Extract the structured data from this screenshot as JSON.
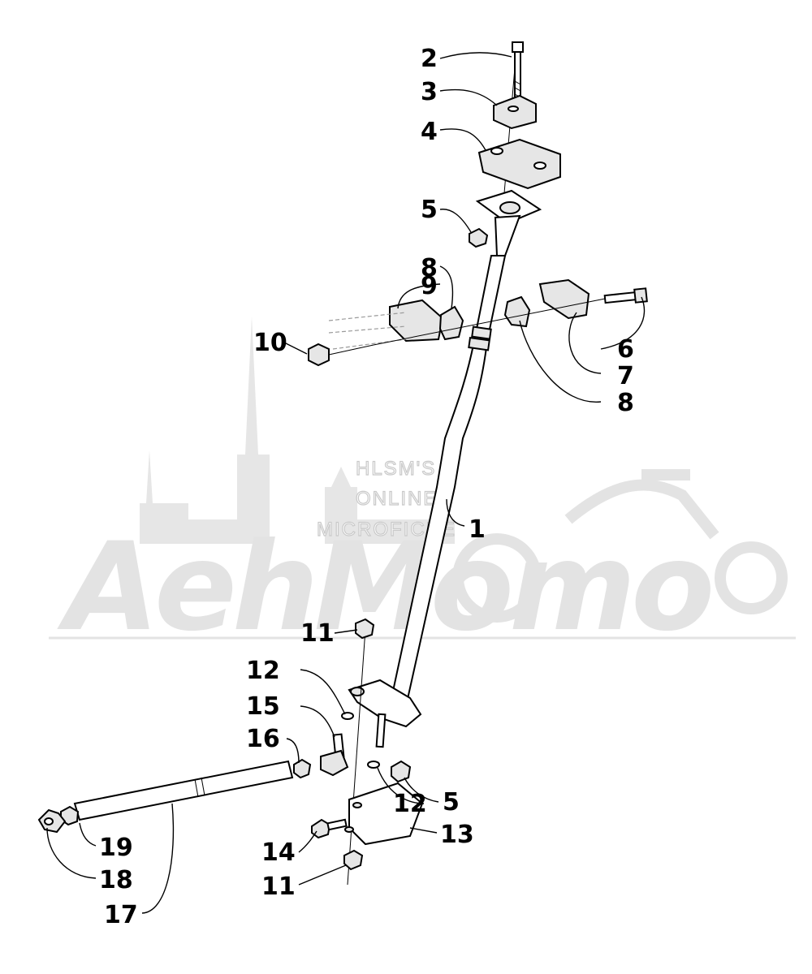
{
  "watermark": {
    "line1": "HLSM'S",
    "line2": "ONLINE",
    "line3": "MICROFICHE",
    "logo_text": "AehMomo",
    "logo_color": "#e3e3e3"
  },
  "callouts": {
    "c1": "1",
    "c2": "2",
    "c3": "3",
    "c4": "4",
    "c5a": "5",
    "c5b": "5",
    "c6": "6",
    "c7": "7",
    "c8a": "8",
    "c8b": "8",
    "c9": "9",
    "c10": "10",
    "c11a": "11",
    "c11b": "11",
    "c12a": "12",
    "c12b": "12",
    "c13": "13",
    "c14": "14",
    "c15": "15",
    "c16": "16",
    "c17": "17",
    "c18": "18",
    "c19": "19"
  }
}
